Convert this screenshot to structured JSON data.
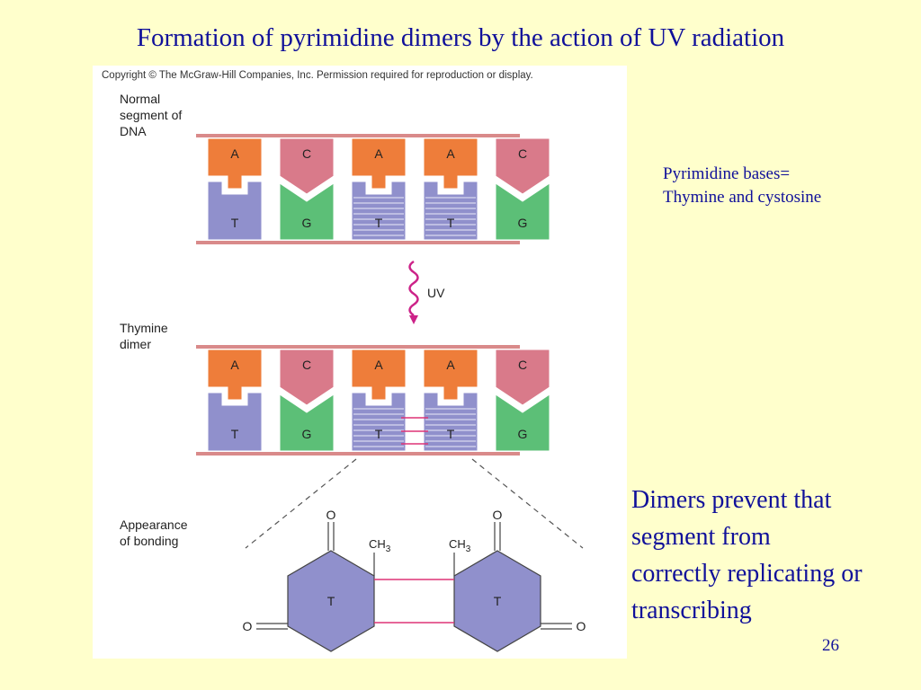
{
  "slide": {
    "title": "Formation of pyrimidine dimers by the action of UV radiation",
    "page_number": "26"
  },
  "figure": {
    "copyright": "Copyright © The McGraw-Hill Companies, Inc. Permission required for reproduction or display.",
    "label_normal_lines": [
      "Normal",
      "segment of",
      "DNA"
    ],
    "label_dimer_lines": [
      "Thymine",
      "dimer"
    ],
    "label_bonding_lines": [
      "Appearance",
      "of bonding"
    ],
    "uv_label": "UV",
    "top_strand_bases": [
      "A",
      "C",
      "A",
      "A",
      "C"
    ],
    "bottom_strand_bases": [
      "T",
      "G",
      "T",
      "T",
      "G"
    ],
    "dimer_top_bases": [
      "A",
      "C",
      "A",
      "A",
      "C"
    ],
    "dimer_bottom_bases": [
      "T",
      "G",
      "T",
      "T",
      "G"
    ],
    "bond_left_letter": "T",
    "bond_right_letter": "T",
    "oxygen": "O",
    "methyl_base": "CH",
    "methyl_sub": "3",
    "colors": {
      "adenine": "#ee7d3a",
      "cytosine": "#d97a8a",
      "thymine": "#9090cc",
      "guanine": "#5cbf77",
      "backbone": "#d98a8a"
    }
  },
  "notes": {
    "pyrimidine_lines": [
      "Pyrimidine bases=",
      "Thymine and cystosine"
    ],
    "dimer_effect_lines": [
      "Dimers prevent that",
      "segment from",
      "correctly replicating or",
      "transcribing"
    ]
  }
}
